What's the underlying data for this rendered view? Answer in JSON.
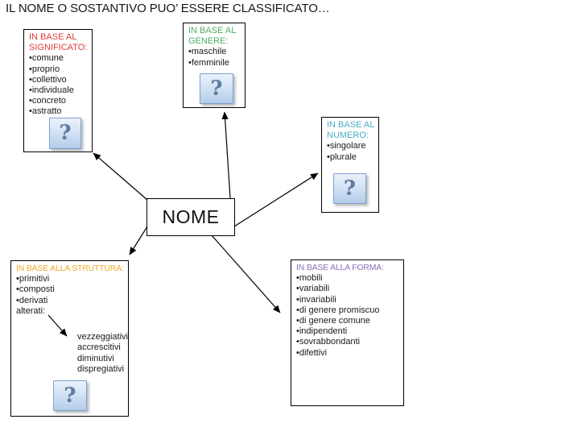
{
  "title": "IL NOME O SOSTANTIVO PUO’ ESSERE CLASSIFICATO…",
  "center": {
    "label": "NOME"
  },
  "icons": {
    "question_mark": "?"
  },
  "colors": {
    "significato_header": "#e03b36",
    "genere_header": "#4fae63",
    "numero_header": "#4bacc6",
    "struttura_header": "#efa929",
    "forma_header": "#8a6fba"
  },
  "boxes": {
    "significato": {
      "header": "IN BASE AL SIGNIFICATO:",
      "items": [
        "comune",
        "proprio",
        "collettivo",
        "individuale",
        "concreto",
        "astratto"
      ]
    },
    "genere": {
      "header": "IN BASE AL GENERE:",
      "items": [
        "maschile",
        "femminile"
      ]
    },
    "numero": {
      "header": "IN BASE AL NUMERO:",
      "items": [
        "singolare",
        "plurale"
      ]
    },
    "struttura": {
      "header": "IN BASE ALLA STRUTTURA:",
      "items": [
        "primitivi",
        "composti",
        "derivati"
      ],
      "unbulleted_item": "alterati:",
      "sub_items": [
        "vezzeggiativi",
        "accrescitivi",
        "diminutivi",
        "dispregiativi"
      ]
    },
    "forma": {
      "header": "IN BASE ALLA FORMA:",
      "items": [
        "mobili",
        "variabili",
        "invariabili",
        "di genere promiscuo",
        "di genere comune",
        "indipendenti",
        "sovrabbondanti",
        "difettivi"
      ]
    }
  }
}
